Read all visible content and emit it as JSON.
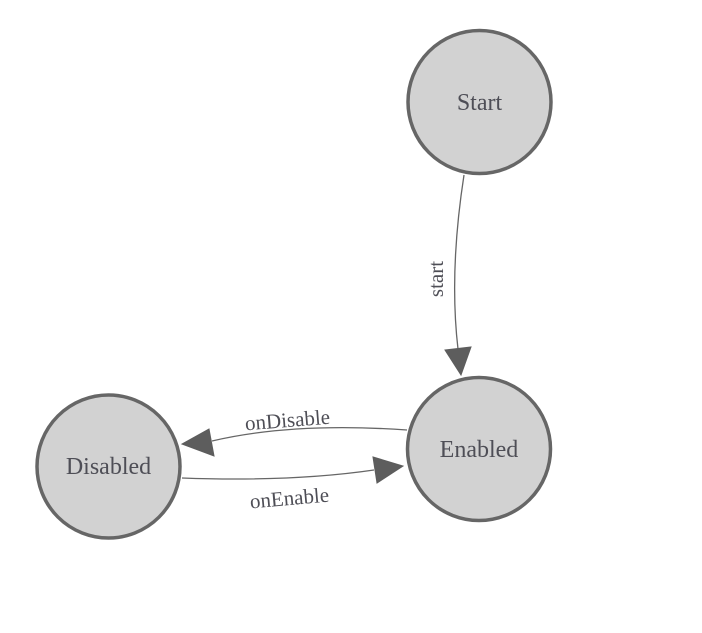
{
  "diagram": {
    "type": "state-machine",
    "background_color": "#ffffff",
    "node_fill_color": "#d2d2d2",
    "node_border_color": "#666666",
    "edge_color": "#666666",
    "arrow_color": "#5d5d5d",
    "text_color": "#4e4e56",
    "nodes": [
      {
        "id": "start",
        "label": "Start"
      },
      {
        "id": "enabled",
        "label": "Enabled"
      },
      {
        "id": "disabled",
        "label": "Disabled"
      }
    ],
    "edges": [
      {
        "from": "Start",
        "to": "Enabled",
        "label": "start"
      },
      {
        "from": "Enabled",
        "to": "Disabled",
        "label": "onDisable"
      },
      {
        "from": "Disabled",
        "to": "Enabled",
        "label": "onEnable"
      }
    ]
  }
}
